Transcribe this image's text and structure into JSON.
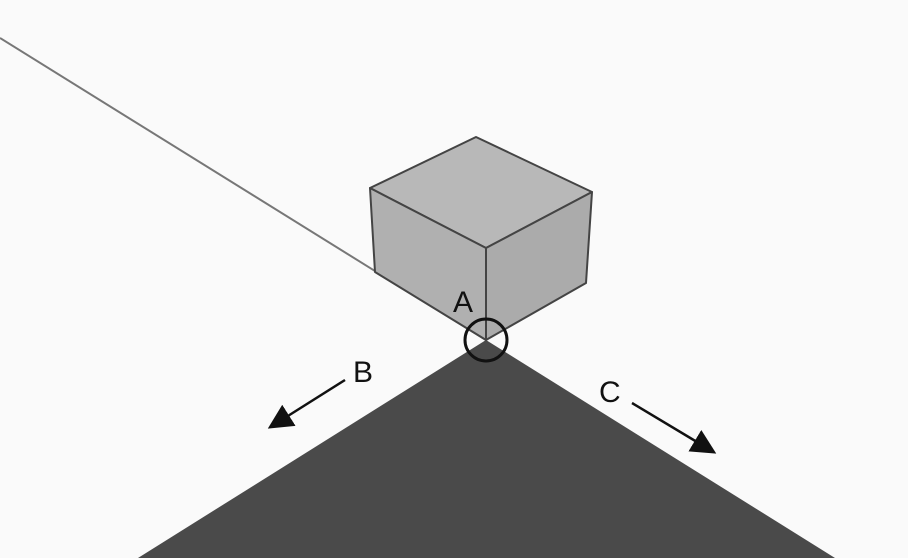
{
  "labels": {
    "a": "A",
    "b": "B",
    "c": "C"
  },
  "colors": {
    "background": "#fafafa",
    "ground": "#4a4a4a",
    "cube_face": "#b3b3b3",
    "cube_edge": "#444444",
    "line": "#777777",
    "marker": "#111111"
  }
}
